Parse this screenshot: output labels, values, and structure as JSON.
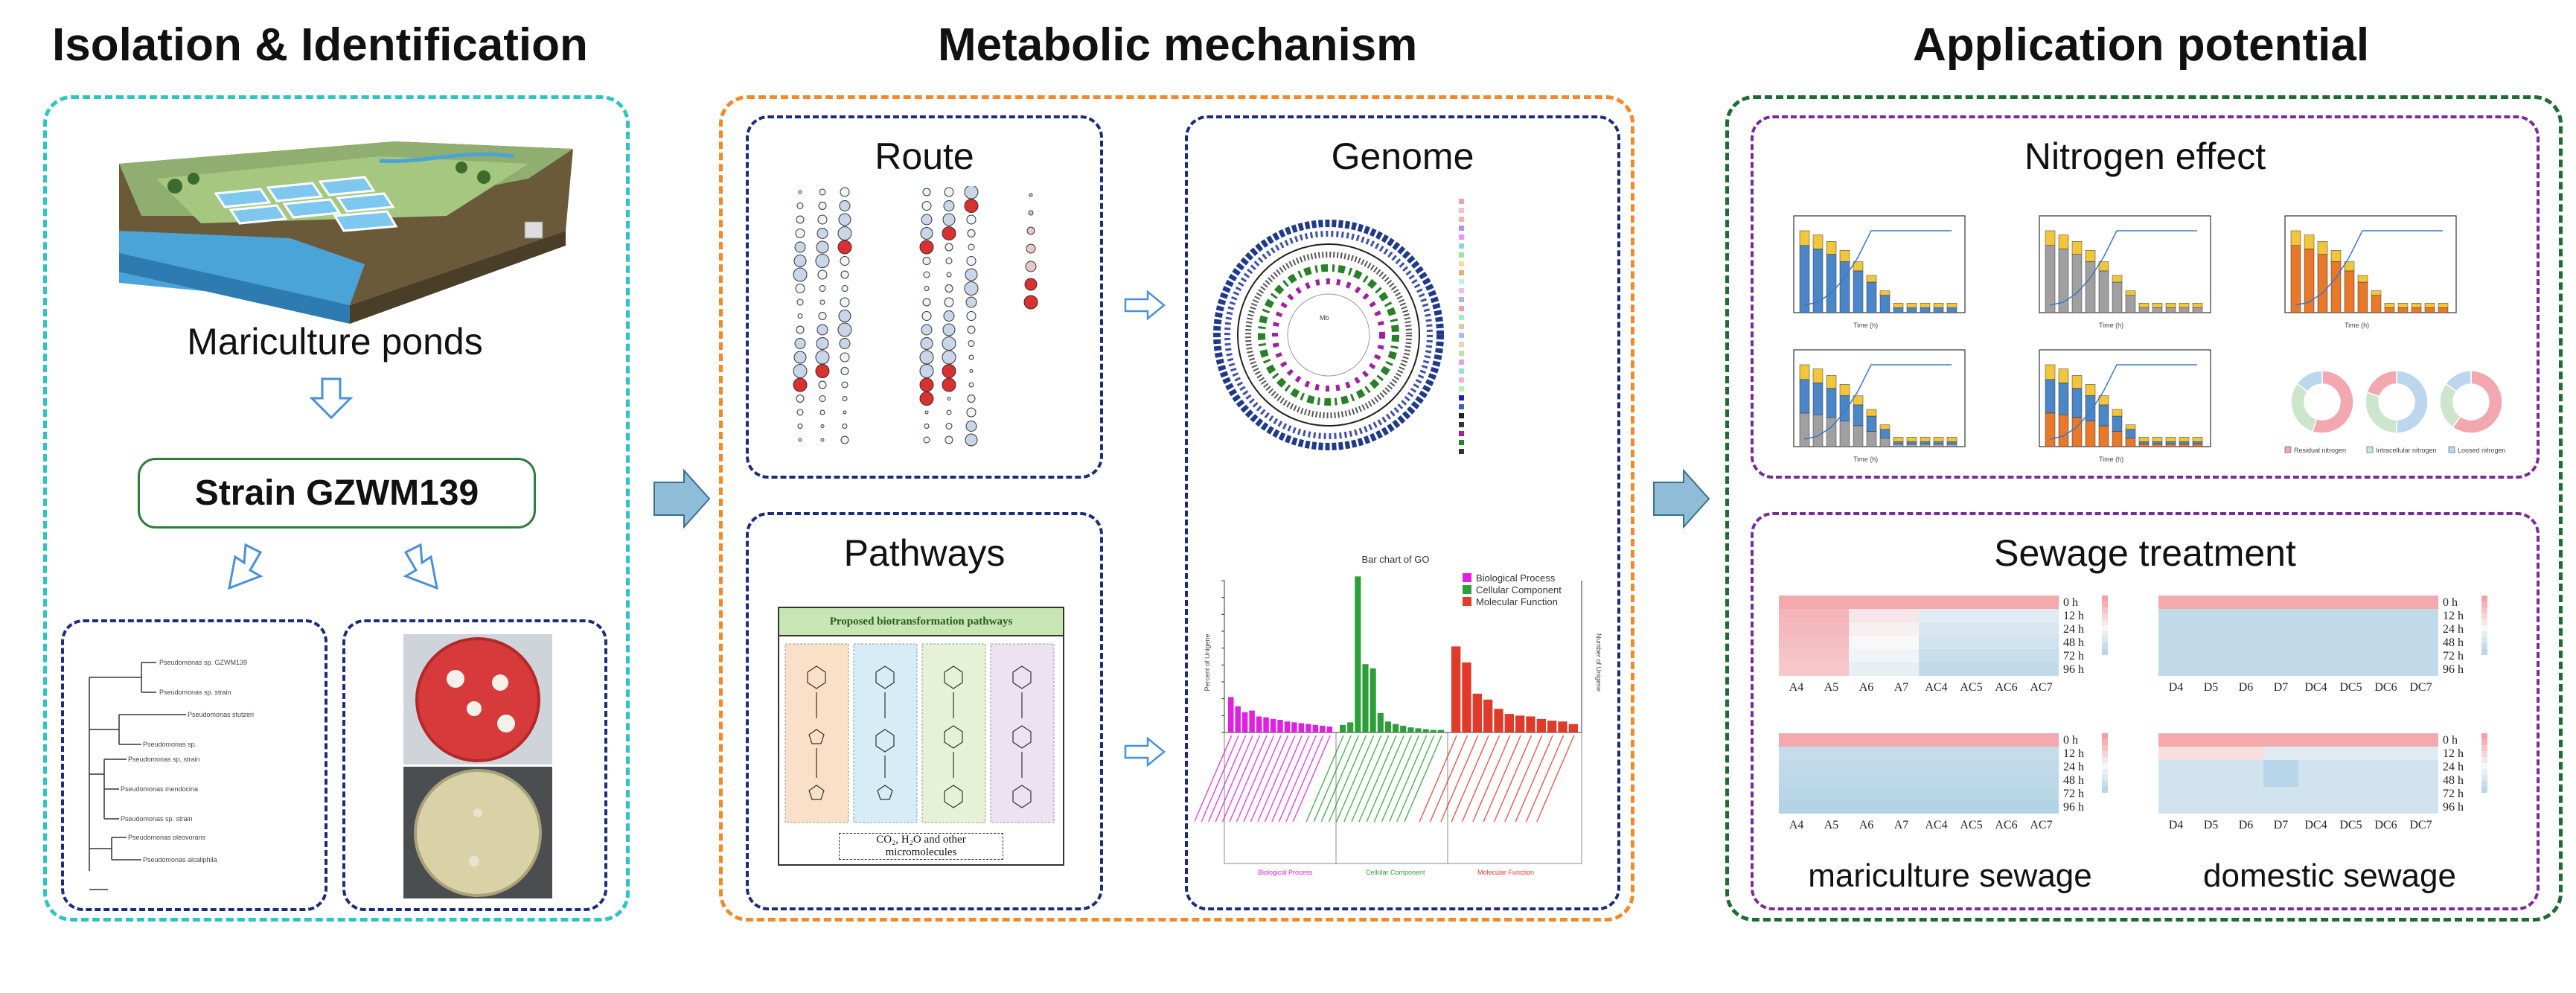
{
  "sections": {
    "left_title": "Isolation & Identification",
    "middle_title": "Metabolic mechanism",
    "right_title": "Application potential"
  },
  "isolation": {
    "ponds_label": "Mariculture ponds",
    "strain_label": "Strain GZWM139"
  },
  "mechanism": {
    "route_title": "Route",
    "pathways_title": "Pathways",
    "genome_title": "Genome",
    "pathway_box_title": "Proposed biotransformation pathways",
    "pathway_box_footer": "CO₂, H₂O and other micromolecules",
    "go_chart_title": "Bar chart of GO",
    "go_legend": [
      "Biological Process",
      "Cellular Component",
      "Molecular Function"
    ],
    "go_axis_left": "Percent of Unigene",
    "go_axis_right": "Number of Unigene",
    "go_groups": [
      "Biological Process",
      "Cellular Component",
      "Molecular Function"
    ]
  },
  "application": {
    "nitrogen_title": "Nitrogen effect",
    "sewage_title": "Sewage treatment",
    "mariculture_label": "mariculture sewage",
    "domestic_label": "domestic sewage",
    "time_labels": [
      "0 h",
      "12 h",
      "24 h",
      "48 h",
      "72 h",
      "96 h"
    ],
    "mariculture_samples": [
      "A4",
      "A5",
      "A6",
      "A7",
      "AC4",
      "AC5",
      "AC6",
      "AC7"
    ],
    "domestic_samples": [
      "D4",
      "D5",
      "D6",
      "D7",
      "DC4",
      "DC5",
      "DC6",
      "DC7"
    ],
    "donut_legend": [
      "Residual nitrogen",
      "Intracellular nitrogen",
      "Loosed nitrogen"
    ],
    "time_axis_label": "Time (h)"
  },
  "colors": {
    "teal": "#2ec4c6",
    "orange": "#f08a2c",
    "dark_green": "#1f6b35",
    "navy": "#1f2a7a",
    "purple": "#7a2a9a",
    "arrow_fill": "#8fbcd6",
    "heat_red": "#f4a0a4",
    "heat_blue": "#a9cde4"
  },
  "chart_data": {
    "type": "bar",
    "title": "Bar chart of GO",
    "series": [
      {
        "name": "Biological Process",
        "values": [
          4.2,
          3.1,
          2.4,
          2.6,
          1.9,
          1.8,
          1.6,
          1.5,
          1.3,
          1.2,
          1.1,
          1.0,
          0.9,
          0.8,
          0.7
        ]
      },
      {
        "name": "Cellular Component",
        "values": [
          0.9,
          1.2,
          18.5,
          8.1,
          7.6,
          2.3,
          1.3,
          1.0,
          0.8,
          0.6,
          0.5,
          0.4,
          0.3,
          0.3
        ]
      },
      {
        "name": "Molecular Function",
        "values": [
          10.2,
          8.3,
          4.6,
          3.9,
          2.8,
          2.2,
          2.0,
          1.9,
          1.6,
          1.4,
          1.3,
          1.0
        ]
      }
    ],
    "xlabel": "",
    "ylabel": "Percent of Unigene",
    "ylim": [
      0,
      18
    ]
  }
}
